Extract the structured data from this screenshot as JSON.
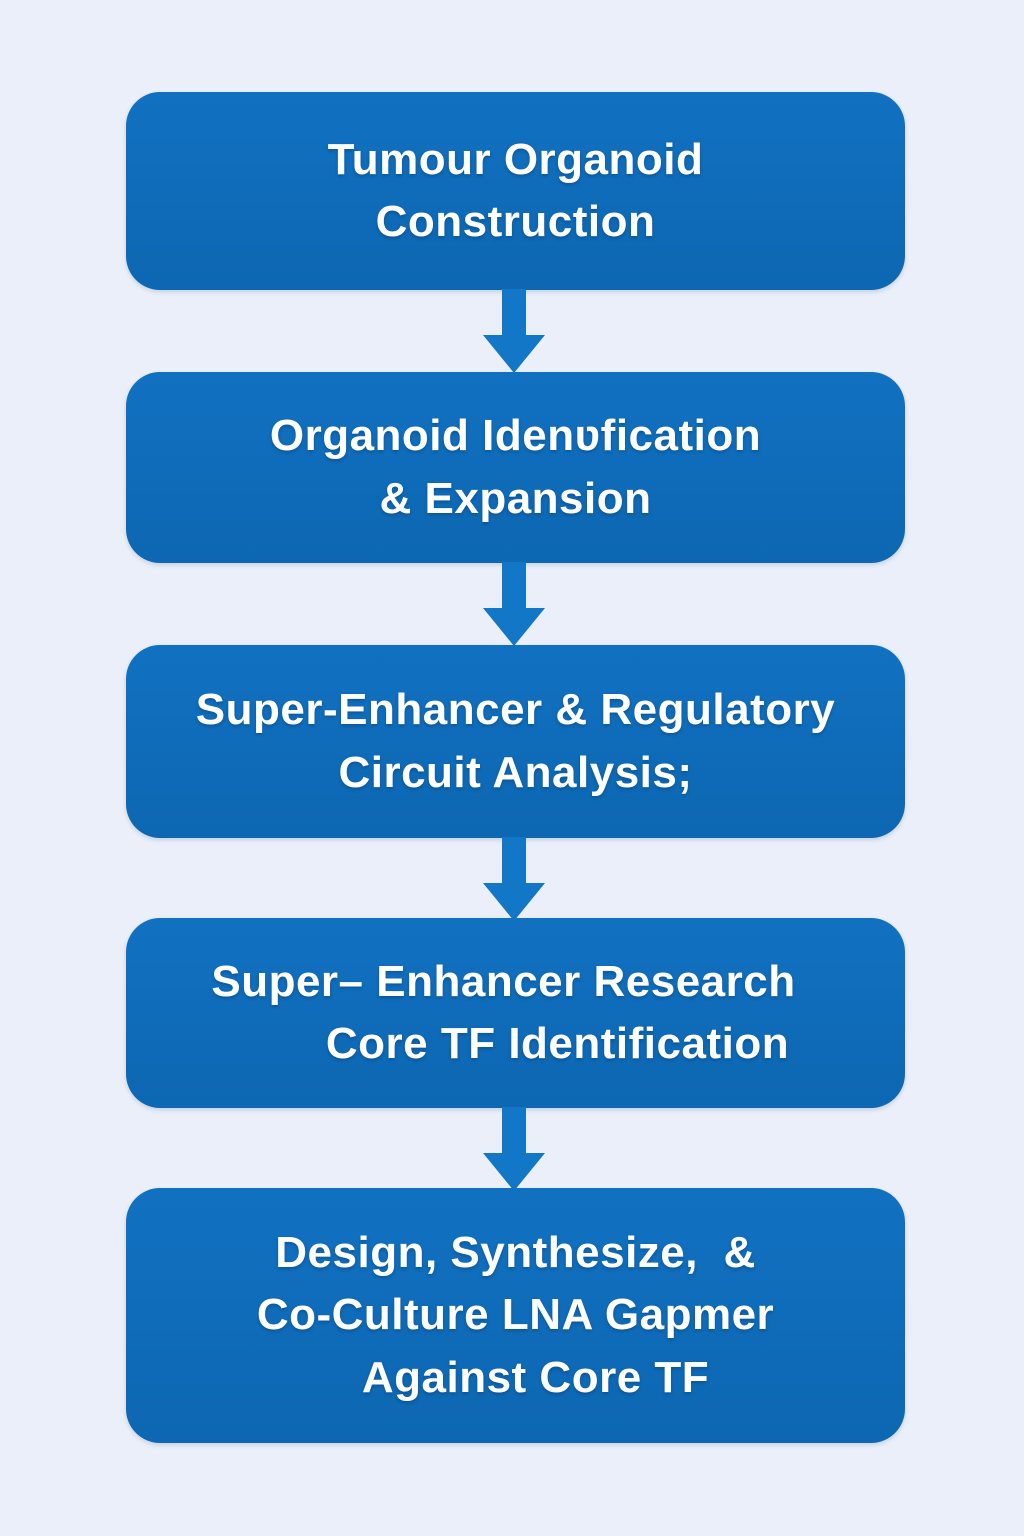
{
  "colors": {
    "page_bg": "#eaeffa",
    "box_fill": "#0d67b2",
    "box_fill_top": "#1171c1",
    "arrow_fill": "#1277c6",
    "text_color": "#ffffff"
  },
  "flowchart": {
    "nodes": [
      {
        "lines": [
          "Tumour Organoid",
          "Construction"
        ]
      },
      {
        "lines": [
          "Organoid Idenʋfication",
          "& Expansion"
        ]
      },
      {
        "lines": [
          "Super-Enhancer & Regulatory",
          "Circuit Analysis;"
        ]
      },
      {
        "lines": [
          "Super– Enhancer Research",
          "Core TF Identification"
        ]
      },
      {
        "lines": [
          "Design, Synthesize,  &",
          "Co-Culture LNA Gapmer",
          "Against Core TF"
        ]
      }
    ],
    "connectors": [
      {
        "type": "down-arrow"
      },
      {
        "type": "down-arrow"
      },
      {
        "type": "down-arrow"
      },
      {
        "type": "down-arrow"
      }
    ]
  }
}
